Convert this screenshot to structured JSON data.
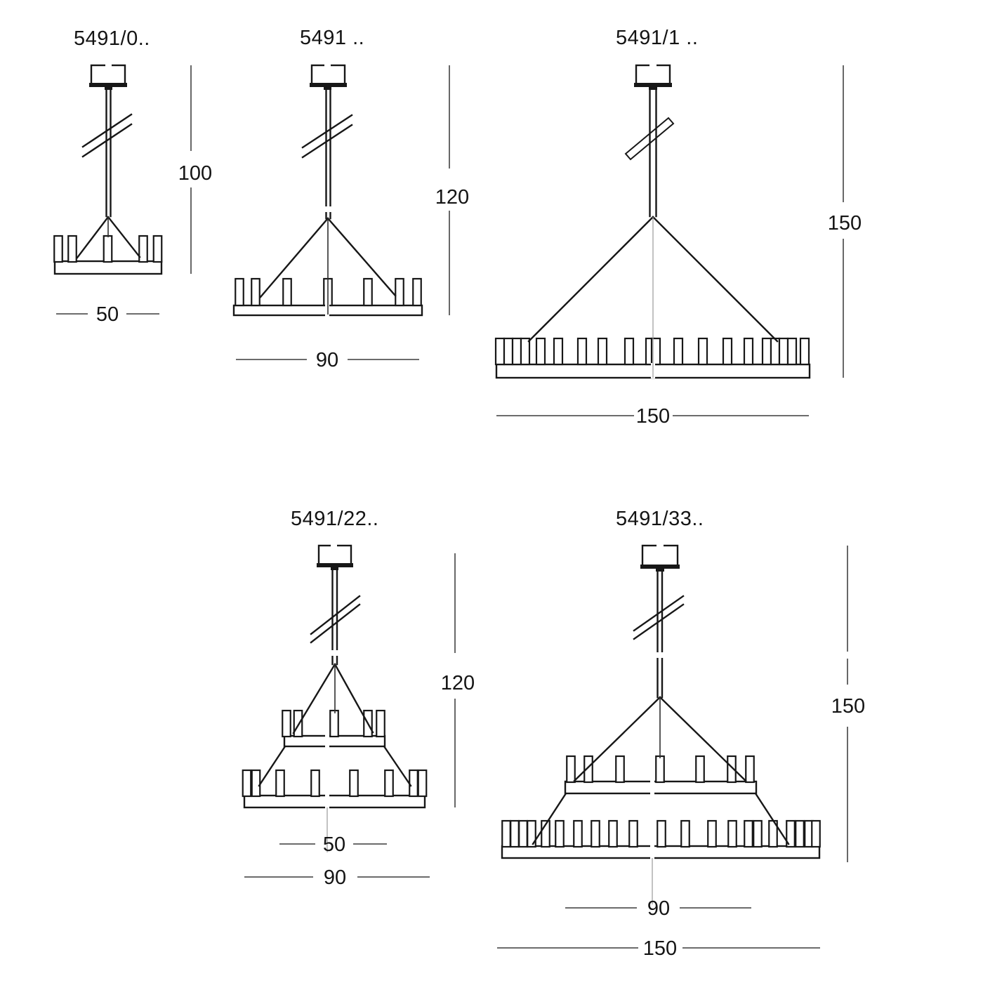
{
  "sheet": {
    "description": "Dimensional line drawings of five candle-style pendant chandeliers",
    "colors": {
      "line": "#171717",
      "dimension": "#575757",
      "background": "#ffffff"
    }
  },
  "figures": [
    {
      "label": "5491/0..",
      "width": "50",
      "height": "100"
    },
    {
      "label": "5491 ..",
      "width": "90",
      "height": "120"
    },
    {
      "label": "5491/1 ..",
      "width": "150",
      "height": "150"
    },
    {
      "label": "5491/22..",
      "width_top": "50",
      "width_bottom": "90",
      "height": "120"
    },
    {
      "label": "5491/33..",
      "width_top": "90",
      "width_bottom": "150",
      "height": "150"
    }
  ]
}
